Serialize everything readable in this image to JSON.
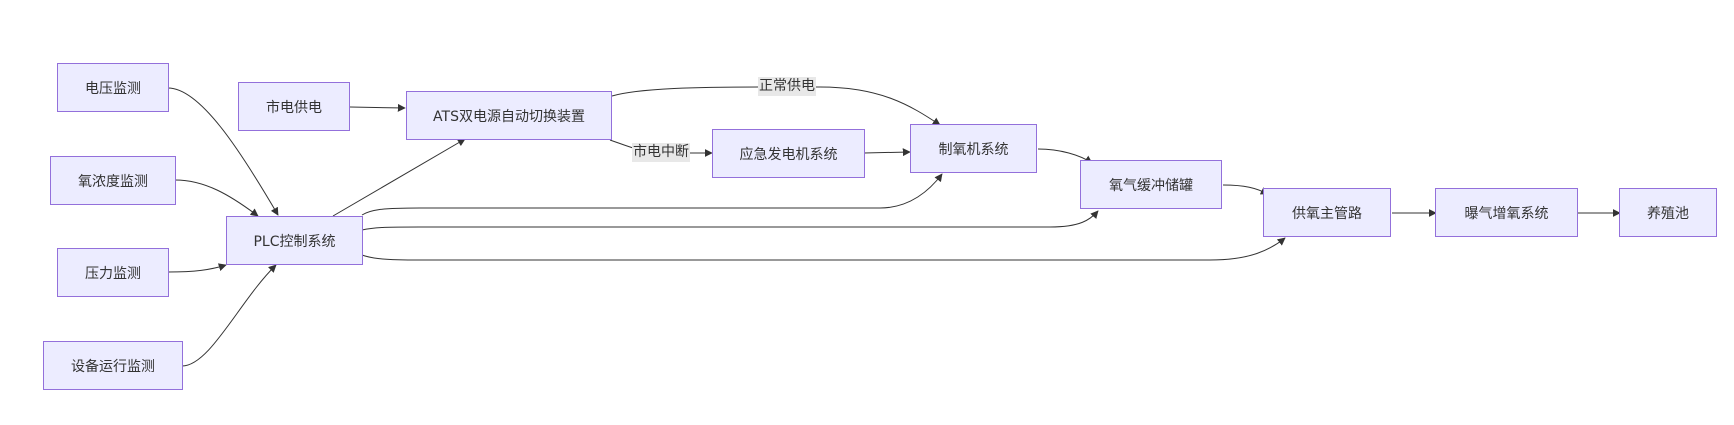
{
  "diagram": {
    "type": "flowchart",
    "direction": "LR",
    "colors": {
      "node_fill": "#ECECFF",
      "node_border": "#9370DB",
      "edge": "#333333",
      "label_bg": "#E8E8E8"
    },
    "nodes": {
      "voltage": "电压监测",
      "oxygen_conc": "氧浓度监测",
      "pressure": "压力监测",
      "equipment": "设备运行监测",
      "mains": "市电供电",
      "plc": "PLC控制系统",
      "ats": "ATS双电源自动切换装置",
      "generator": "应急发电机系统",
      "oxygen_gen": "制氧机系统",
      "buffer_tank": "氧气缓冲储罐",
      "main_pipe": "供氧主管路",
      "aeration": "曝气增氧系统",
      "pond": "养殖池"
    },
    "edge_labels": {
      "normal_power": "正常供电",
      "mains_outage": "市电中断"
    },
    "edges": [
      {
        "from": "voltage",
        "to": "plc"
      },
      {
        "from": "oxygen_conc",
        "to": "plc"
      },
      {
        "from": "pressure",
        "to": "plc"
      },
      {
        "from": "equipment",
        "to": "plc"
      },
      {
        "from": "mains",
        "to": "ats"
      },
      {
        "from": "plc",
        "to": "ats"
      },
      {
        "from": "ats",
        "to": "oxygen_gen",
        "label": "normal_power"
      },
      {
        "from": "ats",
        "to": "generator",
        "label": "mains_outage"
      },
      {
        "from": "generator",
        "to": "oxygen_gen"
      },
      {
        "from": "plc",
        "to": "oxygen_gen"
      },
      {
        "from": "plc",
        "to": "buffer_tank"
      },
      {
        "from": "plc",
        "to": "main_pipe"
      },
      {
        "from": "oxygen_gen",
        "to": "buffer_tank"
      },
      {
        "from": "buffer_tank",
        "to": "main_pipe"
      },
      {
        "from": "main_pipe",
        "to": "aeration"
      },
      {
        "from": "aeration",
        "to": "pond"
      }
    ]
  }
}
